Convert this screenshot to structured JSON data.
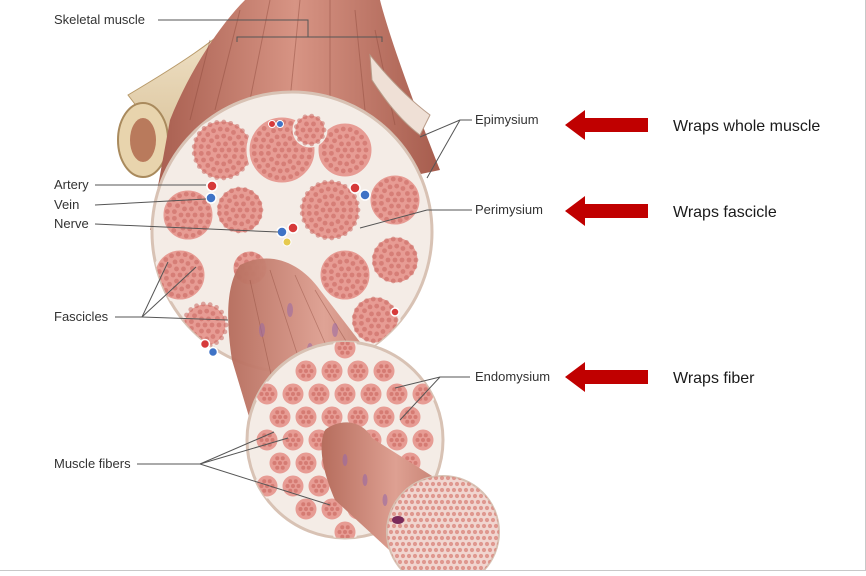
{
  "labels": {
    "skeletal_muscle": "Skeletal muscle",
    "artery": "Artery",
    "vein": "Vein",
    "nerve": "Nerve",
    "fascicles": "Fascicles",
    "muscle_fibers": "Muscle fibers",
    "epimysium": "Epimysium",
    "perimysium": "Perimysium",
    "endomysium": "Endomysium"
  },
  "notes": {
    "epimysium": "Wraps whole muscle",
    "perimysium": "Wraps fascicle",
    "endomysium": "Wraps fiber"
  },
  "colors": {
    "arrow": "#c00000",
    "muscle": "#c98272",
    "muscle_dark": "#a65c4d",
    "fiber_fill": "#e79c94",
    "fiber_dot": "#c9665e",
    "connective": "#f4ece6",
    "bone": "#f1e2c4"
  }
}
